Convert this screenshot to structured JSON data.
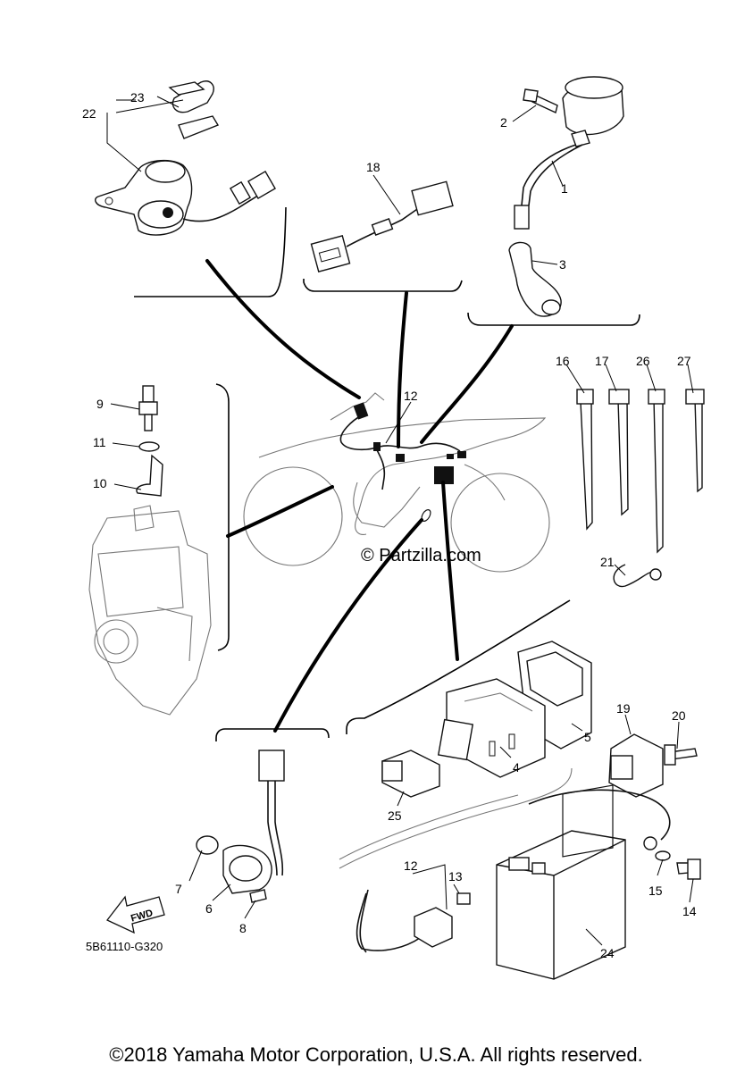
{
  "diagram_code": "5B61110-G320",
  "copyright": "©2018 Yamaha Motor Corporation, U.S.A. All rights reserved.",
  "watermark": "© Partzilla.com",
  "fwd_label": "FWD",
  "callouts": {
    "c1": "1",
    "c2": "2",
    "c3": "3",
    "c4": "4",
    "c5": "5",
    "c6": "6",
    "c7": "7",
    "c8": "8",
    "c9": "9",
    "c10": "10",
    "c11": "11",
    "c12a": "12",
    "c12b": "12",
    "c13": "13",
    "c14": "14",
    "c15": "15",
    "c16": "16",
    "c17": "17",
    "c18": "18",
    "c19": "19",
    "c20": "20",
    "c21": "21",
    "c22": "22",
    "c23": "23",
    "c24": "24",
    "c25": "25",
    "c26": "26",
    "c27": "27"
  }
}
